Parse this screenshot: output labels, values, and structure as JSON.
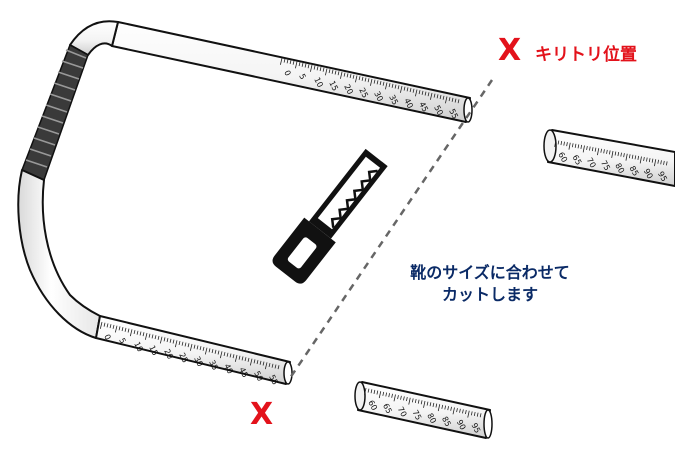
{
  "marks": {
    "cut_x_top": "X",
    "cut_x_bottom": "X",
    "cut_position_label": "キリトリ位置"
  },
  "instruction": {
    "line1": "靴のサイズに合わせて",
    "line2": "カットします"
  },
  "rulers": {
    "top_arm_ticks": [
      "0",
      "5",
      "10",
      "15",
      "20",
      "25",
      "30",
      "35",
      "40",
      "45",
      "50",
      "55"
    ],
    "bottom_arm_ticks": [
      "0",
      "5",
      "10",
      "15",
      "20",
      "25",
      "30",
      "35",
      "40",
      "45",
      "50",
      "55"
    ],
    "cut_piece_right_ticks": [
      "60",
      "65",
      "70",
      "75",
      "80",
      "85",
      "90",
      "95"
    ],
    "cut_piece_bottom_ticks": [
      "60",
      "65",
      "70",
      "75",
      "80",
      "85",
      "90",
      "95"
    ]
  },
  "colors": {
    "cut_mark": "#e3121b",
    "instruction_text": "#0a2a66",
    "outline": "#111111",
    "dashed_line": "#666666"
  },
  "icons": {
    "saw": "saw-icon"
  }
}
